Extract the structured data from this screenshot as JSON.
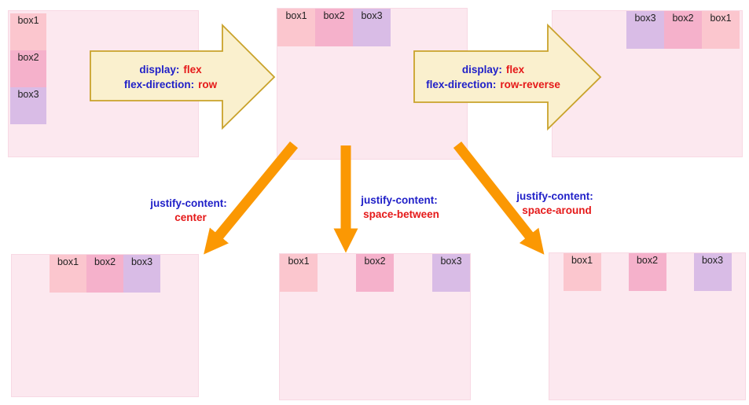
{
  "colors": {
    "panel_background": "#fce8ef",
    "box1_fill": "#fbc6ce",
    "box2_fill": "#f5b1cb",
    "box3_fill": "#d9bce6",
    "big_arrow_fill": "#faf0ce",
    "big_arrow_border": "#c9a22b",
    "orange_arrow": "#fb9803",
    "property_text": "#1f1fc8",
    "value_text": "#e51919",
    "box_label_text": "#222222"
  },
  "panels": {
    "default_column": {
      "boxes": [
        "box1",
        "box2",
        "box3"
      ]
    },
    "flex_row": {
      "boxes": [
        "box1",
        "box2",
        "box3"
      ]
    },
    "flex_row_reverse": {
      "boxes": [
        "box3",
        "box2",
        "box1"
      ]
    },
    "justify_center": {
      "boxes": [
        "box1",
        "box2",
        "box3"
      ]
    },
    "justify_between": {
      "boxes": [
        "box1",
        "box2",
        "box3"
      ]
    },
    "justify_around": {
      "boxes": [
        "box1",
        "box2",
        "box3"
      ]
    }
  },
  "transform_arrows": {
    "row": {
      "property1": "display:",
      "value1": "flex",
      "property2": "flex-direction:",
      "value2": "row"
    },
    "row_reverse": {
      "property1": "display:",
      "value1": "flex",
      "property2": "flex-direction:",
      "value2": "row-reverse"
    }
  },
  "justify_labels": {
    "center": {
      "property": "justify-content:",
      "value": "center"
    },
    "space_between": {
      "property": "justify-content:",
      "value": "space-between"
    },
    "space_around": {
      "property": "justify-content:",
      "value": "space-around"
    }
  }
}
